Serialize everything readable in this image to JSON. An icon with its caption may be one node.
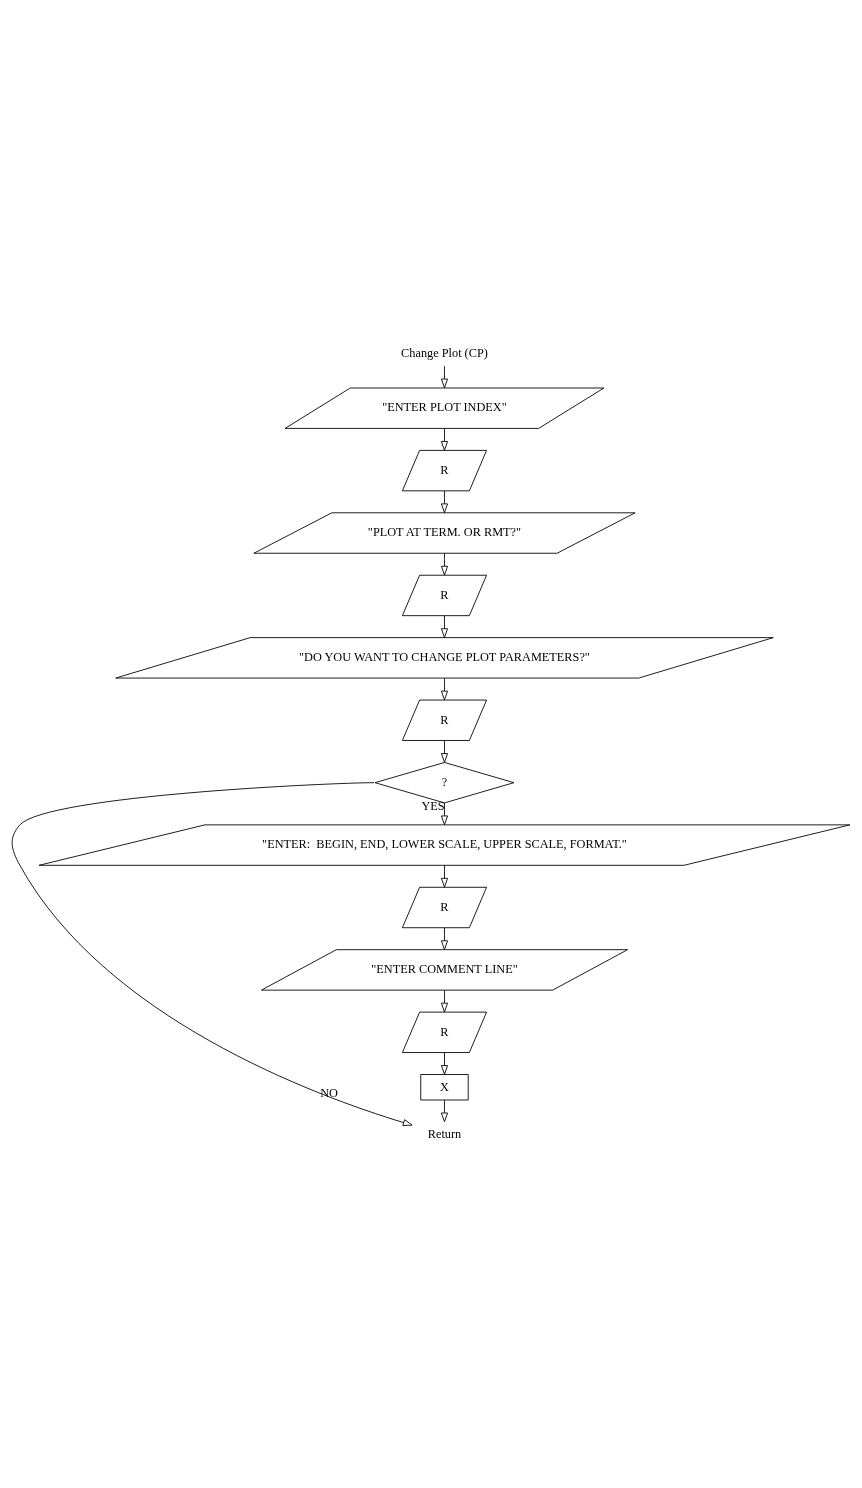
{
  "diagram": {
    "nodes": [
      {
        "text": [
          "Change Plot (CP)"
        ]
      },
      {
        "text": [
          "\"ENTER PLOT INDEX\""
        ]
      },
      {
        "text": [
          "R"
        ]
      },
      {
        "text": [
          "\"PLOT AT TERM. OR RMT?\""
        ]
      },
      {
        "text": [
          "R"
        ]
      },
      {
        "text": [
          "\"DO YOU WANT TO CHANGE PLOT PARAMETERS?\""
        ]
      },
      {
        "text": [
          "R"
        ]
      },
      {
        "text": [
          "?"
        ]
      },
      {
        "text": [
          "\"ENTER:  BEGIN, END, LOWER SCALE, UPPER SCALE, FORMAT.\""
        ]
      },
      {
        "text": [
          "R"
        ]
      },
      {
        "text": [
          "\"ENTER COMMENT LINE\""
        ]
      },
      {
        "text": [
          "R"
        ]
      },
      {
        "text": [
          "X"
        ]
      },
      {
        "text": [
          "Return"
        ]
      }
    ],
    "edges": [
      {
        "from": 0,
        "to": 1,
        "arrow": "to"
      },
      {
        "from": 1,
        "to": 2,
        "arrow": "to"
      },
      {
        "from": 2,
        "to": 3,
        "arrow": "to"
      },
      {
        "from": 3,
        "to": 4,
        "arrow": "to"
      },
      {
        "from": 4,
        "to": 5,
        "arrow": "to"
      },
      {
        "from": 5,
        "to": 6,
        "arrow": "to"
      },
      {
        "from": 6,
        "to": 7,
        "arrow": "to"
      },
      {
        "from": 7,
        "to": 13,
        "label": "NO",
        "arrow": "to"
      },
      {
        "from": 7,
        "to": 8,
        "label": "YES",
        "arrow": "to"
      },
      {
        "from": 8,
        "to": 9,
        "arrow": "to"
      },
      {
        "from": 9,
        "to": 10,
        "arrow": "to"
      },
      {
        "from": 10,
        "to": 11,
        "arrow": "to"
      },
      {
        "from": 11,
        "to": 12,
        "arrow": "to"
      },
      {
        "from": 12,
        "to": 13,
        "arrow": "to"
      }
    ]
  }
}
